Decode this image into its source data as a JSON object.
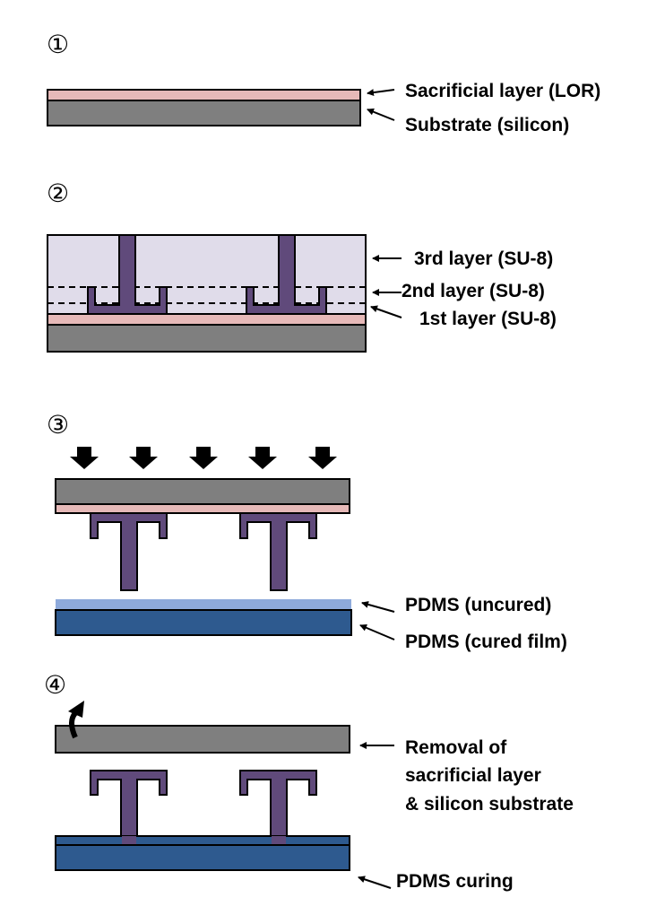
{
  "steps": [
    {
      "number": "①",
      "labels": {
        "sacrificial": "Sacrificial layer (LOR)",
        "substrate": "Substrate (silicon)"
      }
    },
    {
      "number": "②",
      "labels": {
        "third": "3rd layer (SU-8)",
        "second": "2nd layer (SU-8)",
        "first": "1st layer (SU-8)"
      }
    },
    {
      "number": "③",
      "labels": {
        "uncured": "PDMS (uncured)",
        "cured": "PDMS (cured film)"
      }
    },
    {
      "number": "④",
      "labels": {
        "removal_1": "Removal of",
        "removal_2": "sacrificial layer",
        "removal_3": "& silicon substrate",
        "curing": "PDMS curing"
      }
    }
  ],
  "colors": {
    "substrate": "#7f7f7f",
    "sacrificial": "#e6b9b8",
    "su8_fill": "#e0dcea",
    "pillar": "#604a7b",
    "pdms_uncured": "#8eaadb",
    "pdms_cured": "#2e5a8f"
  }
}
